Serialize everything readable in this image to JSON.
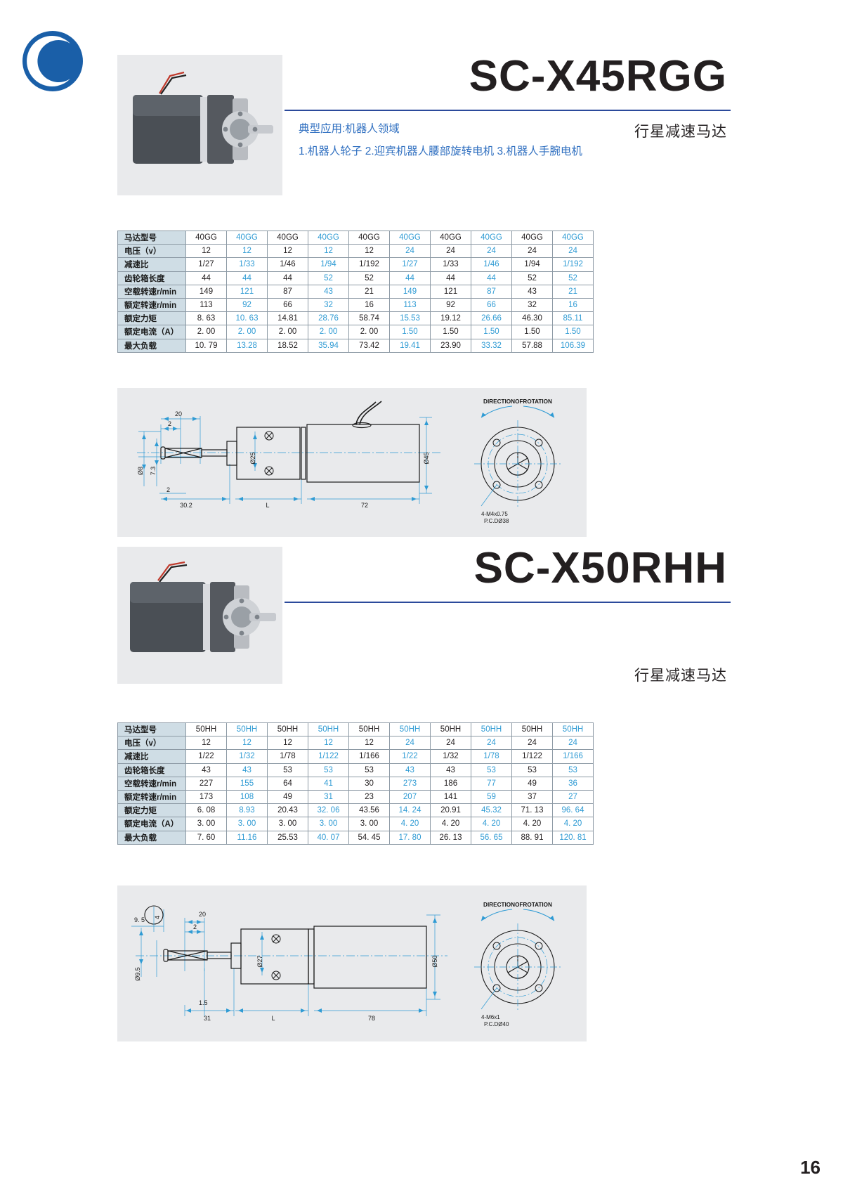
{
  "page": {
    "number": "16"
  },
  "brand": {
    "logo_name": "company-logo"
  },
  "products": [
    {
      "id": "sc-x45rgg",
      "model": "SC-X45RGG",
      "category": "行星减速马达",
      "application_title": "典型应用:机器人领域",
      "application_list": "1.机器人轮子 2.迎宾机器人腰部旋转电机 3.机器人手腕电机",
      "photo_alt": "planetary-gear-motor-photo",
      "table": {
        "rows": [
          {
            "label": "马达型号",
            "values": [
              "40GG",
              "40GG",
              "40GG",
              "40GG",
              "40GG",
              "40GG",
              "40GG",
              "40GG",
              "40GG",
              "40GG"
            ]
          },
          {
            "label": "电压（v）",
            "values": [
              "12",
              "12",
              "12",
              "12",
              "12",
              "24",
              "24",
              "24",
              "24",
              "24"
            ]
          },
          {
            "label": "减速比",
            "values": [
              "1/27",
              "1/33",
              "1/46",
              "1/94",
              "1/192",
              "1/27",
              "1/33",
              "1/46",
              "1/94",
              "1/192"
            ]
          },
          {
            "label": "齿轮箱长度",
            "values": [
              "44",
              "44",
              "44",
              "52",
              "52",
              "44",
              "44",
              "44",
              "52",
              "52"
            ]
          },
          {
            "label": "空载转速r/min",
            "values": [
              "149",
              "121",
              "87",
              "43",
              "21",
              "149",
              "121",
              "87",
              "43",
              "21"
            ]
          },
          {
            "label": "额定转速r/min",
            "values": [
              "113",
              "92",
              "66",
              "32",
              "16",
              "113",
              "92",
              "66",
              "32",
              "16"
            ]
          },
          {
            "label": "额定力矩",
            "values": [
              "8. 63",
              "10. 63",
              "14.81",
              "28.76",
              "58.74",
              "15.53",
              "19.12",
              "26.66",
              "46.30",
              "85.11"
            ]
          },
          {
            "label": "额定电流（A）",
            "values": [
              "2. 00",
              "2. 00",
              "2. 00",
              "2. 00",
              "2. 00",
              "1.50",
              "1.50",
              "1.50",
              "1.50",
              "1.50"
            ]
          },
          {
            "label": "最大负载",
            "values": [
              "10. 79",
              "13.28",
              "18.52",
              "35.94",
              "73.42",
              "19.41",
              "23.90",
              "33.32",
              "57.88",
              "106.39"
            ]
          }
        ]
      },
      "drawing": {
        "title": "DIRECTIONOFROTATION",
        "dims": {
          "d20": "20",
          "d2": "2",
          "d2b": "2",
          "shaft_dia": "Ø8",
          "flat": "7.3",
          "shaft_len": "30.2",
          "gearbox": "L",
          "motor_len": "72",
          "pilot_dia": "Ø25",
          "body_dia": "Ø45",
          "thread": "4-M4x0.75",
          "pcd": "P.C.DØ38"
        }
      }
    },
    {
      "id": "sc-x50rhh",
      "model": "SC-X50RHH",
      "category": "行星减速马达",
      "application_title": "",
      "application_list": "",
      "photo_alt": "planetary-gear-motor-photo",
      "table": {
        "rows": [
          {
            "label": "马达型号",
            "values": [
              "50HH",
              "50HH",
              "50HH",
              "50HH",
              "50HH",
              "50HH",
              "50HH",
              "50HH",
              "50HH",
              "50HH"
            ]
          },
          {
            "label": "电压（v）",
            "values": [
              "12",
              "12",
              "12",
              "12",
              "12",
              "24",
              "24",
              "24",
              "24",
              "24"
            ]
          },
          {
            "label": "减速比",
            "values": [
              "1/22",
              "1/32",
              "1/78",
              "1/122",
              "1/166",
              "1/22",
              "1/32",
              "1/78",
              "1/122",
              "1/166"
            ]
          },
          {
            "label": "齿轮箱长度",
            "values": [
              "43",
              "43",
              "53",
              "53",
              "53",
              "43",
              "43",
              "53",
              "53",
              "53"
            ]
          },
          {
            "label": "空载转速r/min",
            "values": [
              "227",
              "155",
              "64",
              "41",
              "30",
              "273",
              "186",
              "77",
              "49",
              "36"
            ]
          },
          {
            "label": "额定转速r/min",
            "values": [
              "173",
              "108",
              "49",
              "31",
              "23",
              "207",
              "141",
              "59",
              "37",
              "27"
            ]
          },
          {
            "label": "额定力矩",
            "values": [
              "6. 08",
              "8.93",
              "20.43",
              "32. 06",
              "43.56",
              "14. 24",
              "20.91",
              "45.32",
              "71. 13",
              "96. 64"
            ]
          },
          {
            "label": "额定电流（A）",
            "values": [
              "3. 00",
              "3. 00",
              "3. 00",
              "3. 00",
              "3. 00",
              "4. 20",
              "4. 20",
              "4. 20",
              "4. 20",
              "4. 20"
            ]
          },
          {
            "label": "最大负载",
            "values": [
              "7. 60",
              "11.16",
              "25.53",
              "40. 07",
              "54. 45",
              "17. 80",
              "26. 13",
              "56. 65",
              "88. 91",
              "120. 81"
            ]
          }
        ]
      },
      "drawing": {
        "title": "DIRECTIONOFROTATION",
        "dims": {
          "d95": "9. 5",
          "d4": "4",
          "d20": "20",
          "d2": "2",
          "shaft_dia": "Ø9.5",
          "d15": "1.5",
          "shaft_len": "31",
          "gearbox": "L",
          "motor_len": "78",
          "pilot_dia": "Ø27",
          "body_dia": "Ø50",
          "thread": "4-M6x1",
          "pcd": "P.C.DØ40"
        }
      }
    }
  ],
  "colors": {
    "accent_blue": "#2f9bd4",
    "rule_blue": "#2b4a9b",
    "text_blue": "#2f6fc0",
    "header_fill": "#cfdde5",
    "panel_bg": "#e9eaec",
    "dark": "#231f20"
  }
}
